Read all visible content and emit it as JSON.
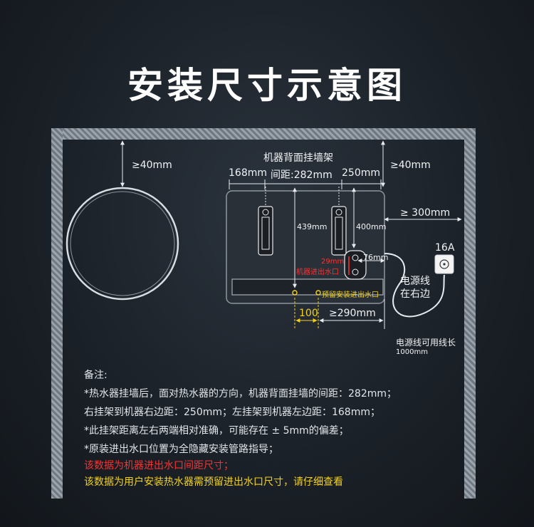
{
  "title": "安装尺寸示意图",
  "diagram": {
    "top_clearance_left": "≥40mm",
    "top_clearance_right": "≥40mm",
    "bracket_title": "机器背面挂墙架",
    "left_edge_dist": "168mm",
    "spacing": "间距:282mm",
    "right_edge_dist": "250mm",
    "side_clearance": "≥ 300mm",
    "height_439": "439mm",
    "height_400": "400mm",
    "dist_76": "76mm",
    "red_29": "29mm",
    "red_inlet_label": "机器进出水口",
    "yellow_reserved_label": "预留安装进出水口",
    "yellow_100": "100",
    "yellow_290": "≥290mm",
    "socket_label": "16A",
    "power_side": [
      "电源线",
      "在右边"
    ],
    "cable_label": "电源线可用线长",
    "cable_length": "1000mm"
  },
  "notes": {
    "heading": "备注:",
    "lines": [
      "*热水器挂墙后，面对热水器的方向，机器背面挂墙的间距：282mm；",
      "右挂架到机器右边距：250mm；左挂架到机器左边距：168mm；",
      "*此挂架距离左右两端相对准确，可能存在 ± 5mm的偏差；",
      "*原装进出水口位置为全隐藏安装管路指导；"
    ],
    "red_line": "该数据为机器进出水口间距尺寸；",
    "yellow_line": "该数据为用户安装热水器需预留进出水口尺寸，请仔细查看"
  },
  "colors": {
    "accent_red": "#ff3030",
    "accent_yellow": "#f4d21c"
  }
}
